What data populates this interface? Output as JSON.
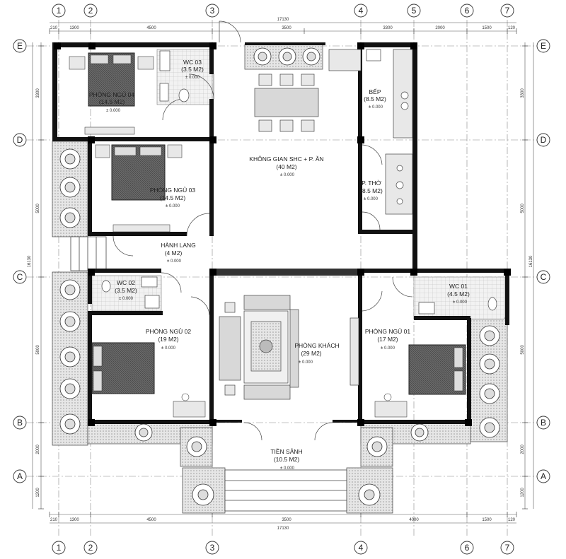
{
  "grid": {
    "columns": [
      "1",
      "2",
      "3",
      "4",
      "5",
      "6",
      "7"
    ],
    "rows": [
      "E",
      "D",
      "C",
      "B",
      "A"
    ]
  },
  "dimensions": {
    "top_overall": "17130",
    "bottom_overall": "17130",
    "left_overall": "16130",
    "right_overall": "16130",
    "top_segments": [
      "210",
      "1300",
      "4500",
      "3500",
      "3300",
      "2000",
      "1500",
      "120"
    ],
    "bottom_segments": [
      "210",
      "1300",
      "4500",
      "3500",
      "4000",
      "1500",
      "120"
    ],
    "left_segments": [
      "3300",
      "5000",
      "5000",
      "2000",
      "1200"
    ],
    "right_segments": [
      "3300",
      "5000",
      "5000",
      "2000",
      "1200"
    ]
  },
  "rooms": [
    {
      "id": "phong-ngu-04",
      "name": "PHÒNG NGỦ 04",
      "area": "(14.5 M2)",
      "elev": "± 0.000"
    },
    {
      "id": "wc-03",
      "name": "WC 03",
      "area": "(3.5 M2)",
      "elev": "± 0.000"
    },
    {
      "id": "bep",
      "name": "BẾP",
      "area": "(8.5 M2)",
      "elev": "± 0.000"
    },
    {
      "id": "khong-gian",
      "name": "KHÔNG GIAN SHC + P. ĂN",
      "area": "(40 M2)",
      "elev": "± 0.000"
    },
    {
      "id": "phong-ngu-03",
      "name": "PHÒNG NGỦ 03",
      "area": "(14.5 M2)",
      "elev": "± 0.000"
    },
    {
      "id": "p-tho",
      "name": "P. THỜ",
      "area": "(8.5 M2)",
      "elev": "± 0.000"
    },
    {
      "id": "hanh-lang",
      "name": "HÀNH LANG",
      "area": "(4 M2)",
      "elev": "± 0.000"
    },
    {
      "id": "wc-02",
      "name": "WC 02",
      "area": "(3.5 M2)",
      "elev": "± 0.000"
    },
    {
      "id": "wc-01",
      "name": "WC 01",
      "area": "(4.5 M2)",
      "elev": "± 0.000"
    },
    {
      "id": "phong-ngu-02",
      "name": "PHÒNG NGỦ 02",
      "area": "(19 M2)",
      "elev": "± 0.000"
    },
    {
      "id": "phong-khach",
      "name": "PHÒNG KHÁCH",
      "area": "(29 M2)",
      "elev": "± 0.000"
    },
    {
      "id": "phong-ngu-01",
      "name": "PHÒNG NGỦ 01",
      "area": "(17 M2)",
      "elev": "± 0.000"
    },
    {
      "id": "tien-sanh",
      "name": "TIỀN SẢNH",
      "area": "(10.5 M2)",
      "elev": "± 0.000"
    }
  ],
  "colors": {
    "wall": "#111111",
    "line": "#444444",
    "tile": "#cfcfcf",
    "furniture": "#d8d8d8",
    "bed": "#555555"
  }
}
